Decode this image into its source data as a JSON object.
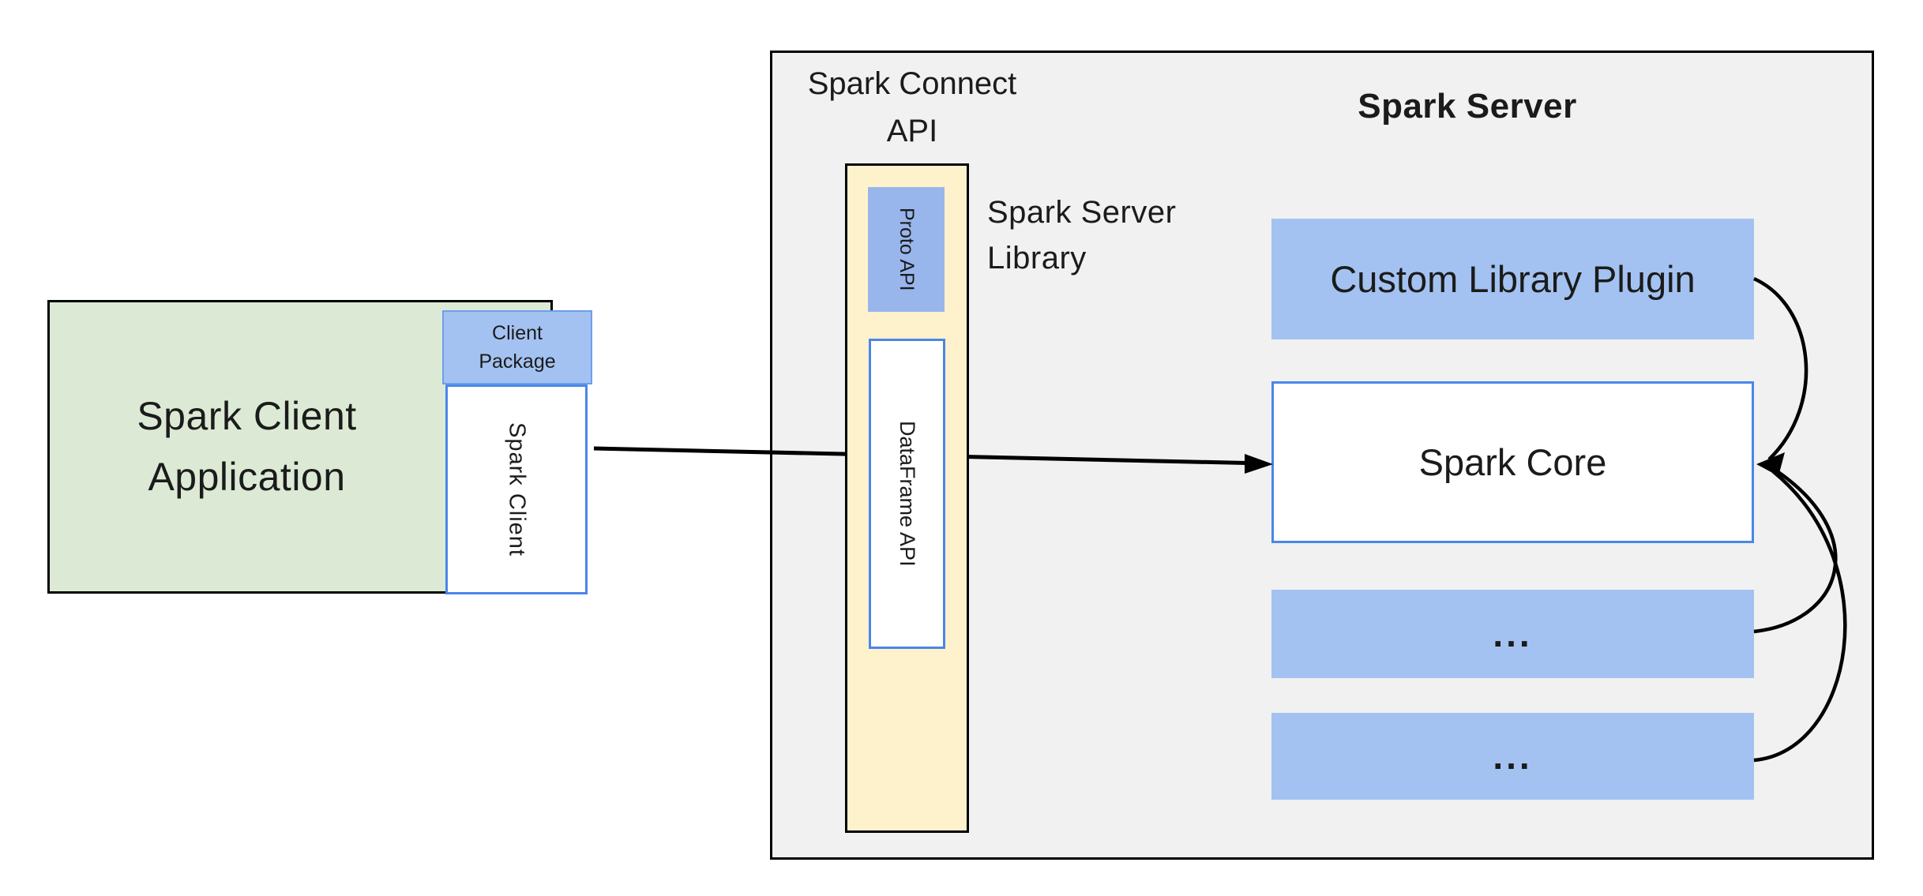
{
  "colors": {
    "blue_fill": "#a3c2f1",
    "blue_fill_deep": "#98b6ec",
    "blue_border": "#4a86e8",
    "package_border": "#6d9eeb",
    "green_fill": "#dcead5",
    "yellow_fill": "#fdf2cc",
    "panel_fill": "#f1f1f2",
    "ink": "#000000",
    "text": "#1b1b1b"
  },
  "client": {
    "app_line1": "Spark Client",
    "app_line2": "Application",
    "package_line1": "Client",
    "package_line2": "Package",
    "sdk_label": "Spark Client"
  },
  "connect": {
    "title_line1": "Spark Connect",
    "title_line2": "API",
    "proto_label": "Proto API",
    "dataframe_label": "DataFrame API",
    "library_line1": "Spark Server",
    "library_line2": "Library"
  },
  "server": {
    "title": "Spark Server",
    "plugin_label": "Custom Library Plugin",
    "core_label": "Spark Core",
    "ellipsis1": "...",
    "ellipsis2": "..."
  }
}
